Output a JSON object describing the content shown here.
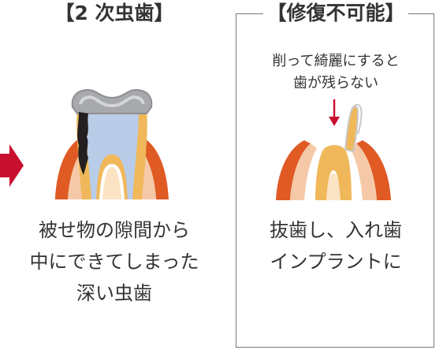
{
  "left": {
    "title": "【2 次虫歯】",
    "caption": [
      "被せ物の隙間から",
      "中にできてしまった",
      "深い虫歯"
    ]
  },
  "right": {
    "title": "【修復不可能】",
    "note": [
      "削って綺麗にすると",
      "歯が残らない"
    ],
    "caption": [
      "抜歯し、入れ歯",
      "インプラントに"
    ]
  },
  "colors": {
    "gum": "#e05a24",
    "gum_inner": "#f5c9a8",
    "root": "#f0b85a",
    "pulp": "#b9cce8",
    "crown_metal": "#a7a9ac",
    "decay": "#231f20",
    "arrow": "#c8102e"
  }
}
